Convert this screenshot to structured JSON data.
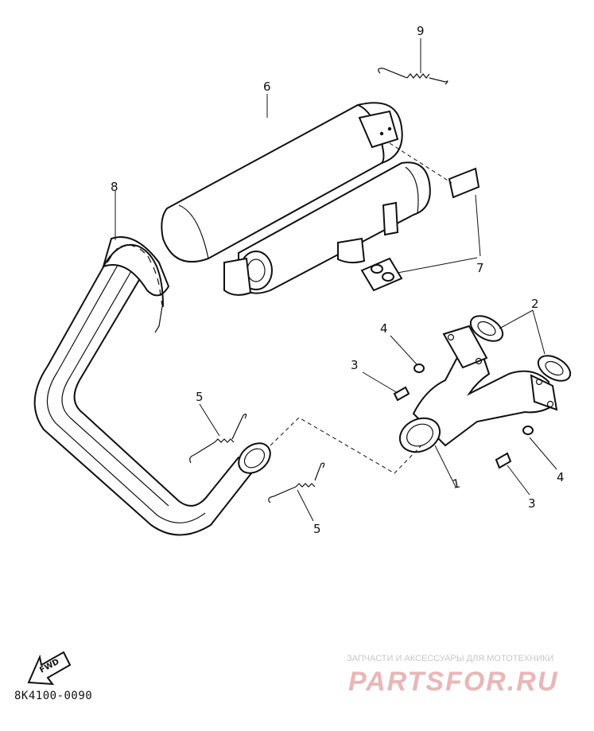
{
  "diagram": {
    "callouts": {
      "p1": "1",
      "p2": "2",
      "p3a": "3",
      "p3b": "3",
      "p4a": "4",
      "p4b": "4",
      "p5a": "5",
      "p5b": "5",
      "p6": "6",
      "p7": "7",
      "p8": "8",
      "p9": "9"
    },
    "fwd_arrow": "FWD",
    "code": "8K4100-0090"
  },
  "watermark": {
    "tagline": "ЗАПЧАСТИ И АКСЕССУАРЫ ДЛЯ МОТОТЕХНИКИ",
    "logo": "PARTSFOR.RU"
  }
}
